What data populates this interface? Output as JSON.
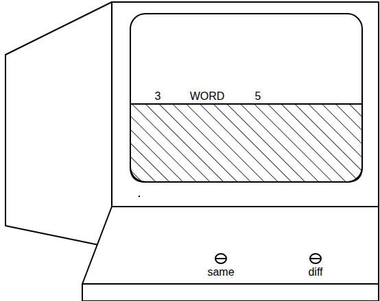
{
  "diagram": {
    "labels": [
      "3",
      "WORD",
      "5",
      "same",
      "diff"
    ]
  }
}
